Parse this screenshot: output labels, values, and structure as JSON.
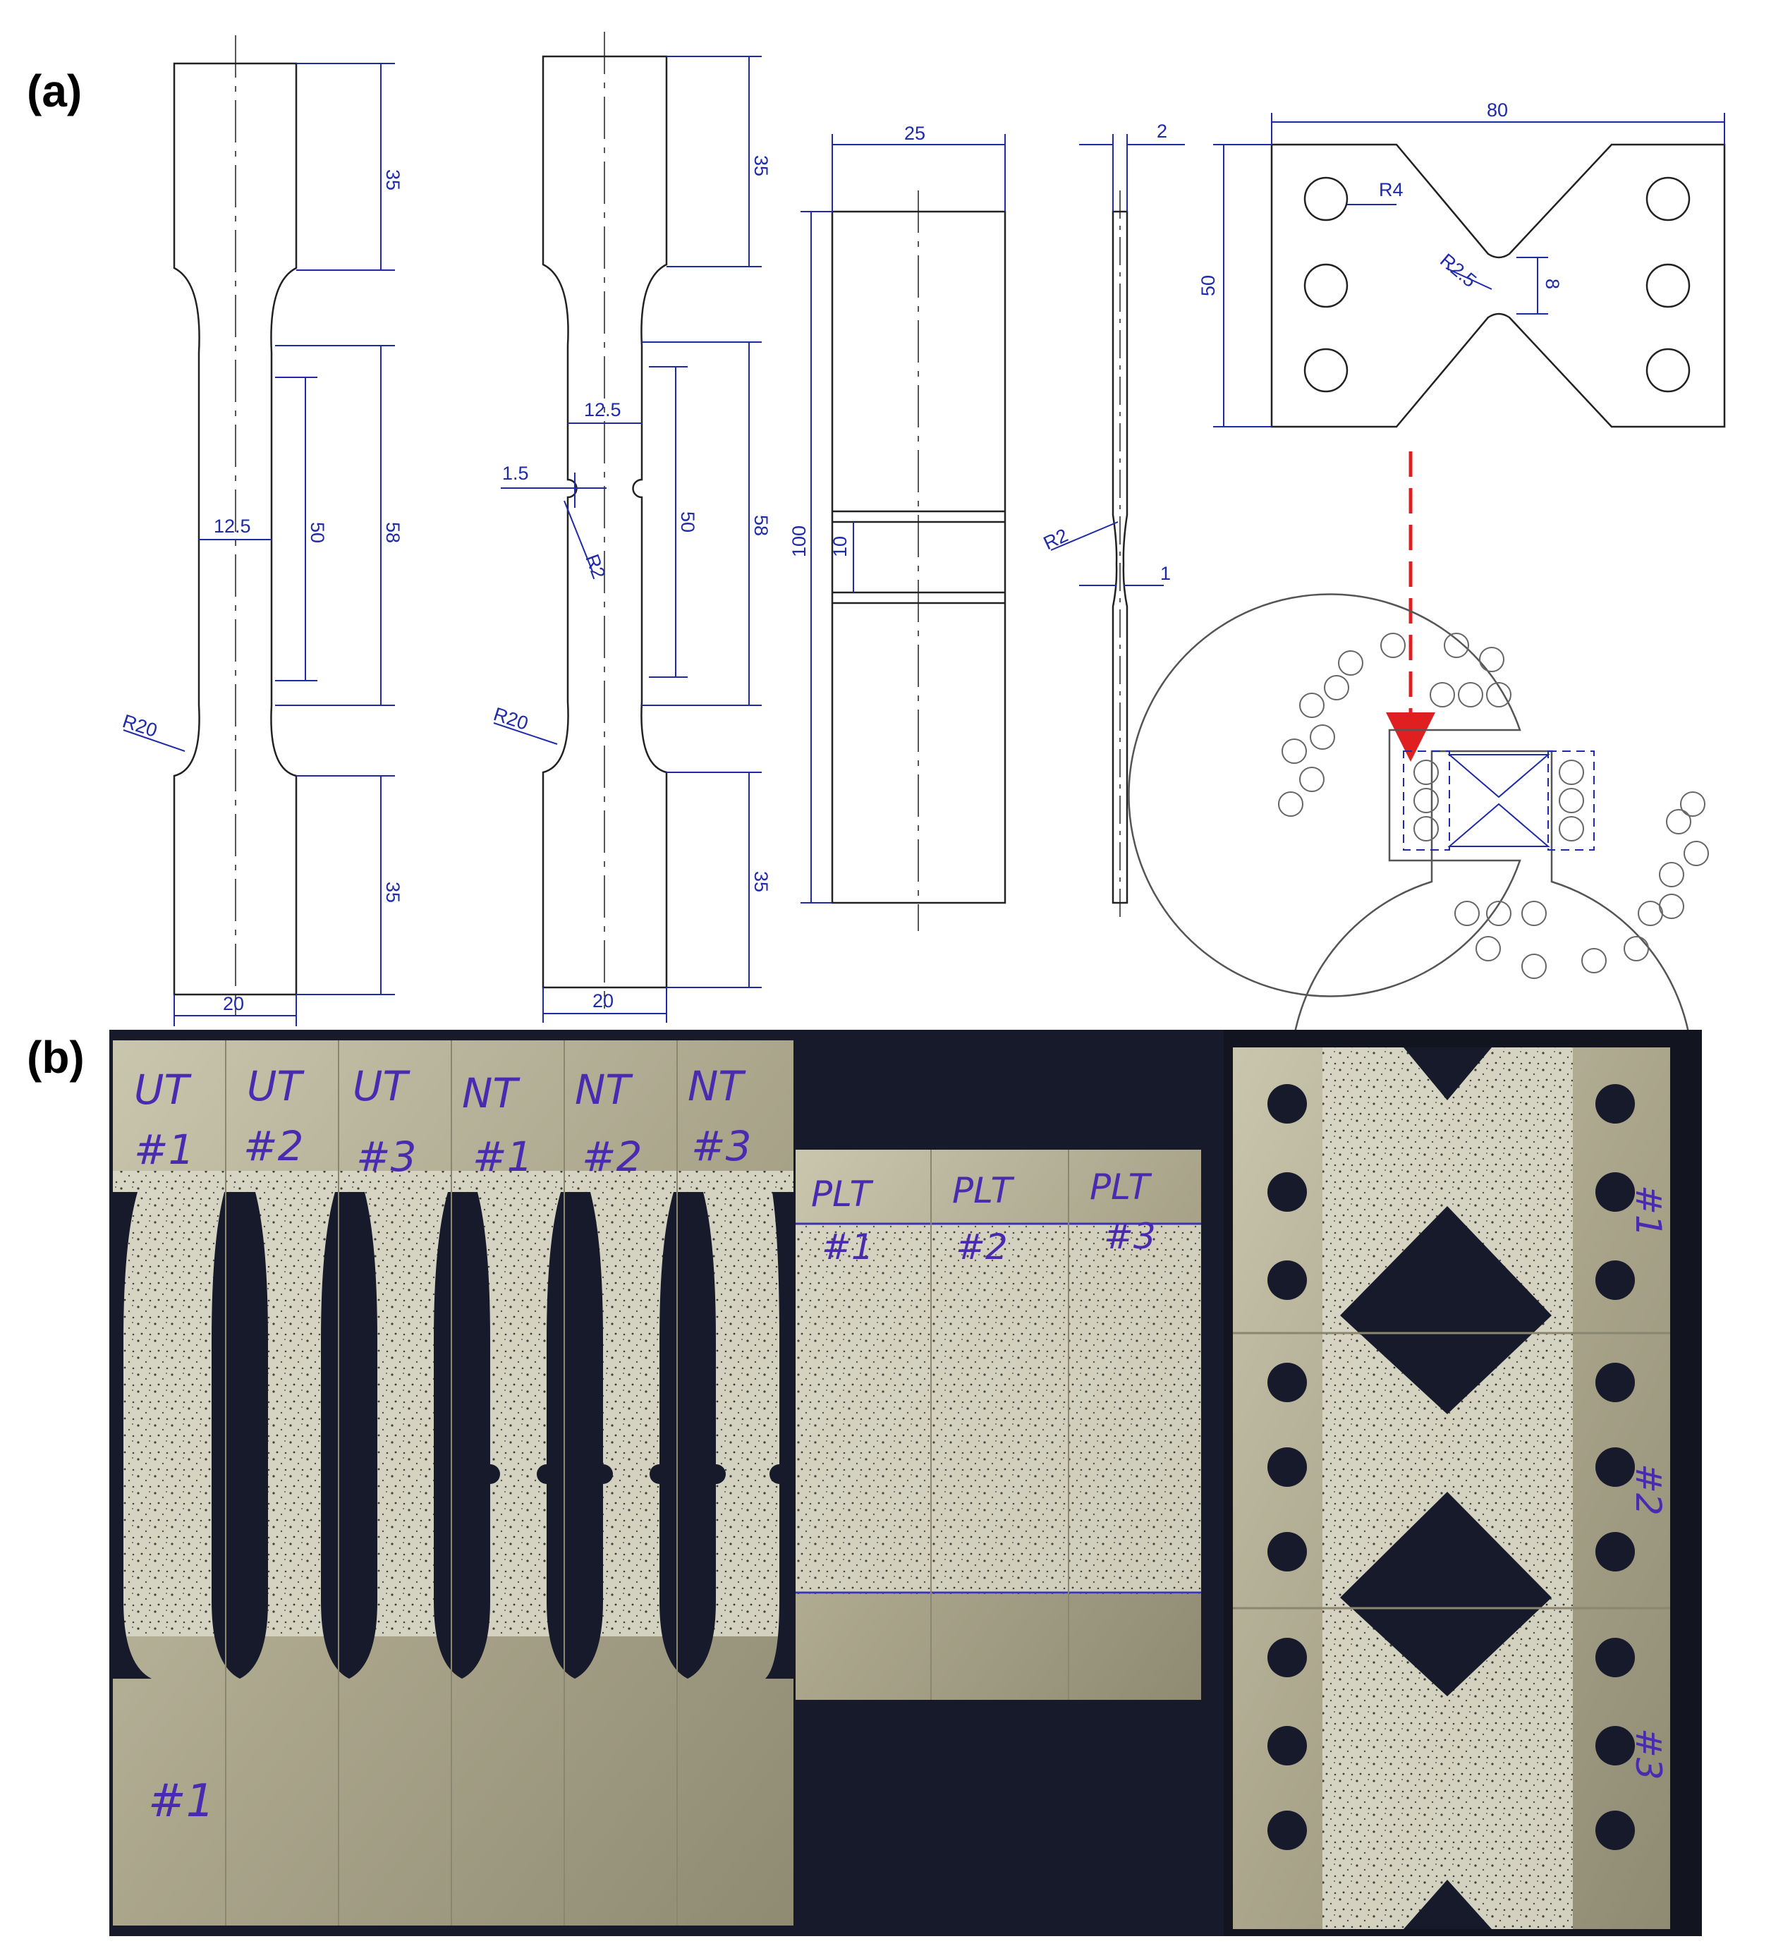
{
  "panels": {
    "a": "(a)",
    "b": "(b)"
  },
  "drawings": {
    "uniaxial": {
      "grip_len_top": "35",
      "reduced_len": "58",
      "gauge_len": "50",
      "width_reduced": "12.5",
      "radius": "R20",
      "grip_len_bot": "35",
      "width": "20"
    },
    "notched": {
      "grip_len_top": "35",
      "width_reduced": "12.5",
      "notch_depth": "1.5",
      "notch_radius": "R2",
      "gauge_len": "50",
      "reduced_len": "58",
      "radius": "R20",
      "grip_len_bot": "35",
      "width": "20"
    },
    "plane_strain": {
      "width": "25",
      "length": "100",
      "groove": "10"
    },
    "plane_strain_side": {
      "thickness": "2",
      "groove_radius": "R2",
      "groove_thickness": "1"
    },
    "shear": {
      "width": "80",
      "hole_radius": "R4",
      "notch_radius": "R2.5",
      "ligament": "8",
      "height": "50"
    }
  },
  "photo": {
    "ut": [
      {
        "type": "UT",
        "num": "#1"
      },
      {
        "type": "UT",
        "num": "#2"
      },
      {
        "type": "UT",
        "num": "#3"
      }
    ],
    "ut_bottom": "#1",
    "nt": [
      {
        "type": "NT",
        "num": "#1"
      },
      {
        "type": "NT",
        "num": "#2"
      },
      {
        "type": "NT",
        "num": "#3"
      }
    ],
    "plt": [
      {
        "type": "PLT",
        "num": "#1"
      },
      {
        "type": "PLT",
        "num": "#2"
      },
      {
        "type": "PLT",
        "num": "#3"
      }
    ],
    "shear": [
      "#1",
      "#2",
      "#3"
    ]
  },
  "colors": {
    "dimension": "#1f2aa8",
    "arrow": "#e02020",
    "photo_bg": "#171a2b",
    "metal": "#b8b39a",
    "handwriting": "#4a2bb0"
  }
}
